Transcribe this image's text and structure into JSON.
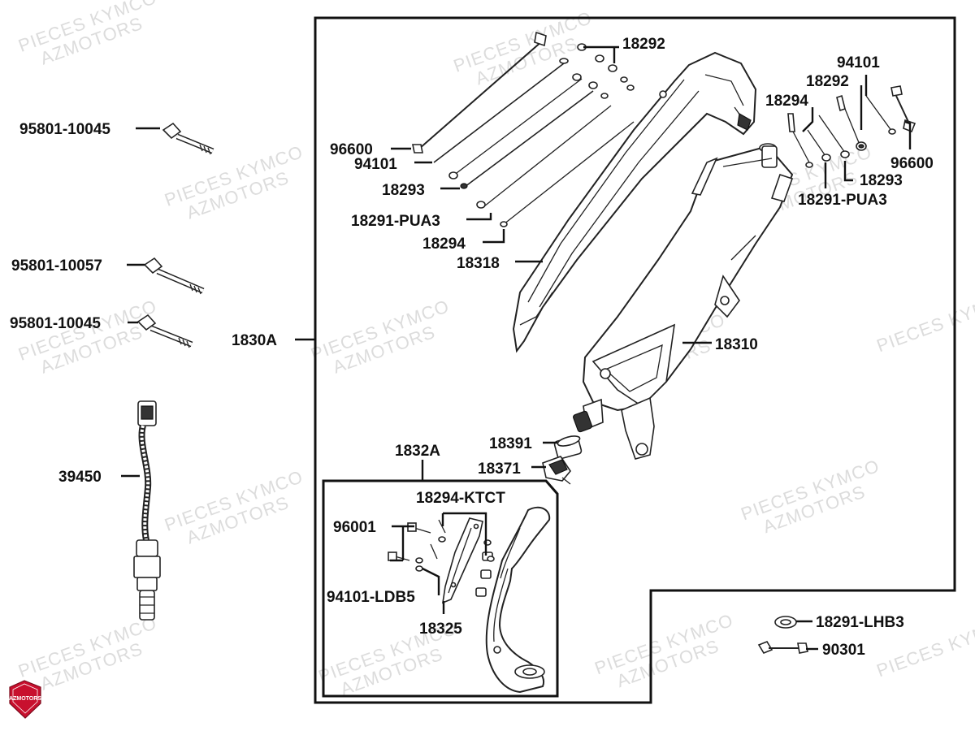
{
  "watermark": {
    "line1": "PIECES KYMCO",
    "line2": "AZMOTORS"
  },
  "logo": {
    "text": "AZMOTORS",
    "color": "#c8102e"
  },
  "groups": {
    "assembly": "1830A",
    "subassembly": "1832A"
  },
  "labels": {
    "l_95801_10045_a": "95801-10045",
    "l_95801_10057": "95801-10057",
    "l_95801_10045_b": "95801-10045",
    "l_39450": "39450",
    "l_18292_top": "18292",
    "l_96600_left": "96600",
    "l_94101_left": "94101",
    "l_18293_left": "18293",
    "l_18291_pua3_left": "18291-PUA3",
    "l_18294_left": "18294",
    "l_18318": "18318",
    "l_94101_right": "94101",
    "l_18292_right": "18292",
    "l_18294_right": "18294",
    "l_96600_right": "96600",
    "l_18293_right": "18293",
    "l_18291_pua3_right": "18291-PUA3",
    "l_18310": "18310",
    "l_18391": "18391",
    "l_18371": "18371",
    "l_18294_ktct": "18294-KTCT",
    "l_96001": "96001",
    "l_94101_ldb5": "94101-LDB5",
    "l_18325": "18325",
    "l_18291_lhb3": "18291-LHB3",
    "l_90301": "90301"
  },
  "colors": {
    "ink": "#111111",
    "watermark": "#dcdcdc",
    "logo": "#c8102e"
  }
}
